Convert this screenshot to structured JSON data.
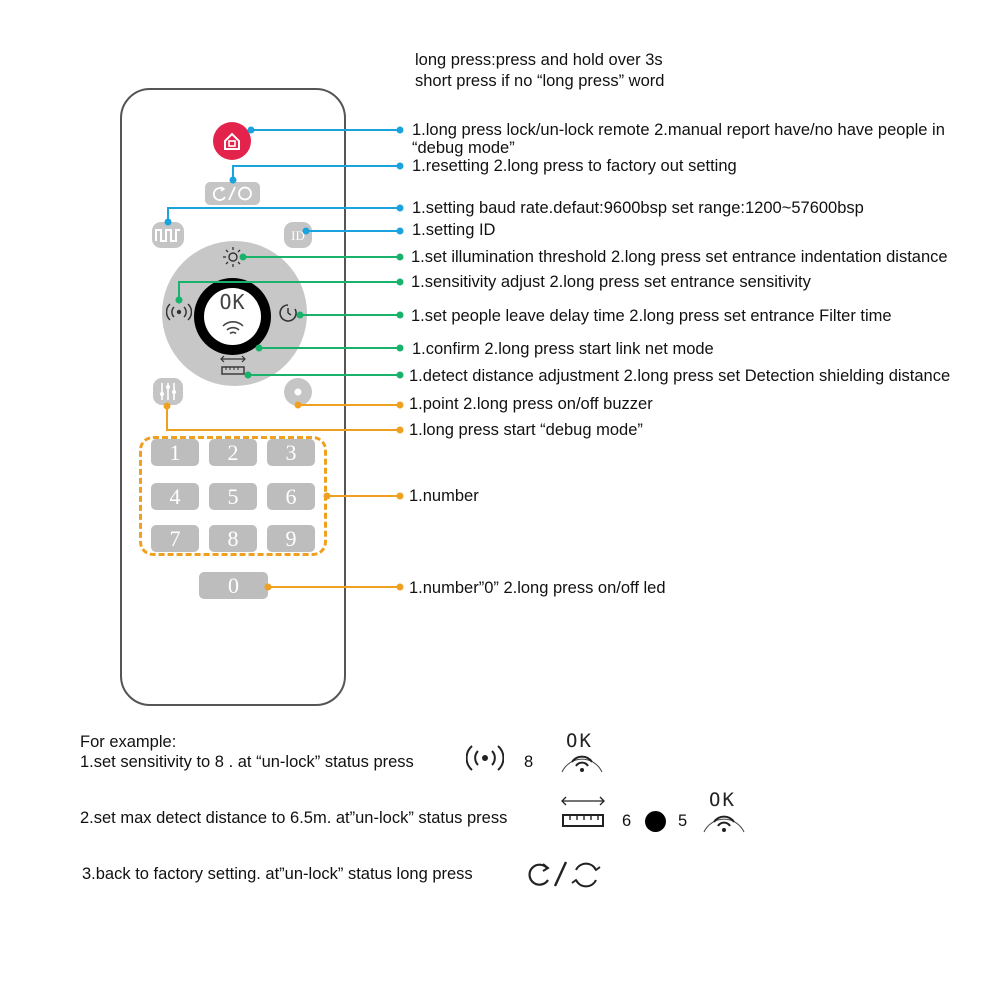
{
  "header": {
    "line1": "long press:press and hold over 3s",
    "line2": "short press if no “long press” word"
  },
  "remote": {
    "ok_label": "OK",
    "keys": [
      "1",
      "2",
      "3",
      "4",
      "5",
      "6",
      "7",
      "8",
      "9",
      "0"
    ]
  },
  "annotations": [
    {
      "id": "lock",
      "color": "#1aa3dd",
      "text": "1.long press lock/un-lock remote 2.manual report have/no have people in",
      "text2": "“debug mode”"
    },
    {
      "id": "reset",
      "color": "#1aa3dd",
      "text": "1.resetting 2.long press to factory out setting"
    },
    {
      "id": "baud",
      "color": "#1aa3dd",
      "text": "1.setting baud rate.defaut:9600bsp  set range:1200~57600bsp"
    },
    {
      "id": "setid",
      "color": "#1aa3dd",
      "text": "1.setting ID"
    },
    {
      "id": "illum",
      "color": "#19b26b",
      "text": "1.set illumination threshold 2.long press set entrance indentation distance"
    },
    {
      "id": "sens",
      "color": "#19b26b",
      "text": "1.sensitivity adjust 2.long press set entrance sensitivity"
    },
    {
      "id": "delay",
      "color": "#19b26b",
      "text": "1.set people leave delay time 2.long press set entrance Filter time"
    },
    {
      "id": "confirm",
      "color": "#19b26b",
      "text": "1.confirm 2.long press start link net mode"
    },
    {
      "id": "distance",
      "color": "#19b26b",
      "text": "1.detect distance adjustment 2.long press set Detection shielding distance"
    },
    {
      "id": "point",
      "color": "#f0a020",
      "text": "1.point 2.long press on/off buzzer"
    },
    {
      "id": "debug",
      "color": "#f0a020",
      "text": "1.long press start “debug mode”"
    },
    {
      "id": "number",
      "color": "#f0a020",
      "text": "1.number"
    },
    {
      "id": "zero",
      "color": "#f0a020",
      "text": "1.number”0”  2.long press on/off led"
    }
  ],
  "examples": {
    "title": "For example:",
    "ex1_text": "1.set sensitivity to 8 .   at “un-lock” status press",
    "ex1_digit": "8",
    "ex2_text": "2.set max detect distance to 6.5m.  at”un-lock” status press",
    "ex2_digit_a": "6",
    "ex2_digit_b": "5",
    "ex3_text": "3.back to factory setting.   at”un-lock” status long press",
    "ok_label": "OK"
  },
  "colors": {
    "blue": "#1aa3dd",
    "green": "#19b26b",
    "orange": "#f0a020",
    "lock_red": "#e4234c",
    "button_gray": "#bdbdbd"
  }
}
